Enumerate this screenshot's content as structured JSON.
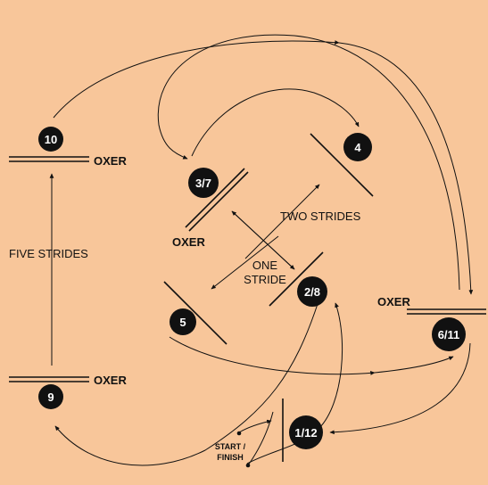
{
  "fences": {
    "f1_12": "1/12",
    "f2_8": "2/8",
    "f3_7": "3/7",
    "f4": "4",
    "f5": "5",
    "f6_11": "6/11",
    "f9": "9",
    "f10": "10"
  },
  "labels": {
    "oxer_10": "OXER",
    "oxer_3_7": "OXER",
    "oxer_6_11": "OXER",
    "oxer_9": "OXER",
    "five_strides": "FIVE STRIDES",
    "two_strides": "TWO STRIDES",
    "one_stride_line1": "ONE",
    "one_stride_line2": "STRIDE",
    "start_line1": "START /",
    "start_line2": "FINISH"
  },
  "colors": {
    "background": "#f8c69a",
    "ink": "#111111",
    "badge_text": "#ffffff"
  }
}
